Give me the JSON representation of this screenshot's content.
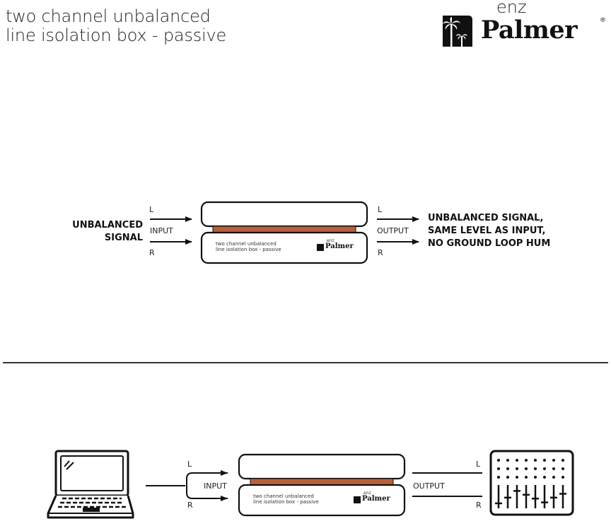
{
  "header": {
    "title_line1": "two channel unbalanced",
    "title_line2": "line isolation box - passive",
    "brand": {
      "prefix": "enz",
      "name": "Palmer",
      "registered": "®"
    }
  },
  "colors": {
    "copper": "#b9603a",
    "ink": "#111111",
    "background": "#ffffff"
  },
  "diagram1": {
    "input_source_label": [
      "UNBALANCED",
      "SIGNAL"
    ],
    "input": {
      "left": "L",
      "label": "INPUT",
      "right": "R"
    },
    "output": {
      "left": "L",
      "label": "OUTPUT",
      "right": "R"
    },
    "output_desc": [
      "UNBALANCED SIGNAL,",
      "SAME LEVEL AS INPUT,",
      "NO GROUND LOOP HUM"
    ],
    "device": {
      "line1": "two channel unbalanced",
      "line2": "line isolation box - passive",
      "brand_prefix": "enz",
      "brand": "Palmer"
    }
  },
  "diagram2": {
    "source_icon": "laptop-icon",
    "input": {
      "left": "L",
      "label": "INPUT",
      "right": "R"
    },
    "output": {
      "left": "L",
      "label": "OUTPUT",
      "right": "R"
    },
    "destination_icon": "mixer-icon",
    "mixer_fader_levels": [
      0.15,
      0.45,
      0.8,
      0.6,
      0.4,
      0.2,
      0.45,
      0.65
    ],
    "device": {
      "line1": "two channel unbalanced",
      "line2": "line isolation box - passive",
      "brand_prefix": "enz",
      "brand": "Palmer"
    }
  }
}
